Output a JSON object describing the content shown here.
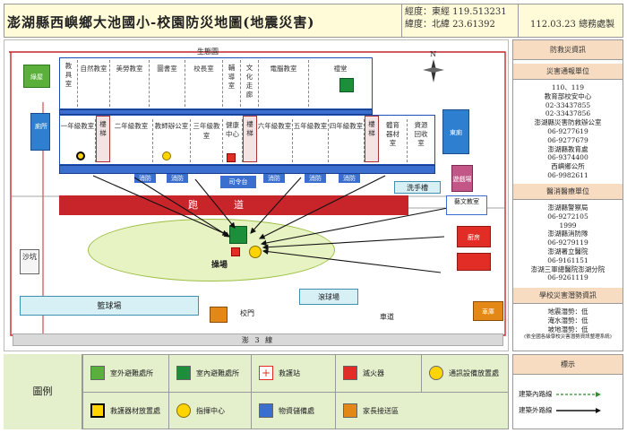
{
  "header": {
    "title": "澎湖縣西嶼鄉大池國小-校園防災地圖(地震災害)",
    "longitude": "經度：東經 119.513231",
    "latitude": "緯度：北緯 23.61392",
    "date_office": "112.03.23 總務處製"
  },
  "map": {
    "north": "N",
    "top_label": "生態園",
    "left_labels": [
      "綠屋",
      "廁所"
    ],
    "upper_rooms": [
      "教具室",
      "自然教室",
      "美勞教室",
      "圖書室",
      "校長室",
      "輔導室",
      "文化走廊",
      "電腦教室",
      "禮堂"
    ],
    "lower_rooms": [
      "一年級教室",
      "樓梯",
      "二年級教室",
      "教師辦公室",
      "三年級教室",
      "健康中心",
      "樓梯",
      "六年級教室",
      "五年級教室",
      "四年級教室",
      "樓梯",
      "體育器材室",
      "資源回收室"
    ],
    "command_desk": "司令台",
    "track": "跑道",
    "field": "操場",
    "sandpit": "沙坑",
    "basketball": "籃球場",
    "dodgeball": "滾球場",
    "school_gate": "校門",
    "lane": "車道",
    "handwash": "洗手槽",
    "tea_room": "藝文教室",
    "east_toilet": "東廁",
    "kitchen": "廚房",
    "shop": "遊戲場",
    "parking": "車庫",
    "bottom_road": "澎 3 線",
    "marks": [
      "消防",
      "消防",
      "消防",
      "消防",
      "消防"
    ]
  },
  "panel": {
    "section1": "防救災資訊",
    "section2": "災害通報單位",
    "report_list": [
      "110、119",
      "教育部校安中心",
      "02-33437855",
      "02-33437856",
      "澎湖縣災害防救辦公室",
      "06-9277619",
      "06-9277679",
      "澎湖縣教育處",
      "06-9374400",
      "西嶼鄉公所",
      "06-9982611"
    ],
    "section3": "醫消醫療單位",
    "medical_list": [
      "澎湖縣警察局",
      "06-9272105",
      "1999",
      "澎湖縣消防隊",
      "06-9279119",
      "澎湖署立醫院",
      "06-9161151",
      "澎湖三軍總醫院澎湖分院",
      "06-9261119"
    ],
    "section4": "學校災害潛勢資訊",
    "potential_list": [
      "地震潛勢：低",
      "淹水潛勢：低",
      "坡地潛勢：低"
    ],
    "potential_note": "(依全國各級學校災害潛勢資訊整理系統)"
  },
  "legend": {
    "title": "圖例",
    "items": [
      {
        "label": "室外避難處所",
        "icon": "outdoor-shelter-icon",
        "color": "#5bb03b"
      },
      {
        "label": "室內避難處所",
        "icon": "indoor-shelter-icon",
        "color": "#1d8f3b"
      },
      {
        "label": "救護站",
        "icon": "first-aid-icon",
        "color": "#e22d26"
      },
      {
        "label": "滅火器",
        "icon": "fire-extinguisher-icon",
        "color": "#e22d26"
      },
      {
        "label": "通訊設備放置處",
        "icon": "communication-icon",
        "color": "#ffd400"
      },
      {
        "label": "救護器材放置處",
        "icon": "rescue-equipment-icon",
        "color": "#ffd400"
      },
      {
        "label": "指揮中心",
        "icon": "command-center-icon",
        "color": "#ffd400"
      },
      {
        "label": "物資儲備處",
        "icon": "supply-storage-icon",
        "color": "#3a6fd0"
      },
      {
        "label": "家長接送區",
        "icon": "parent-pickup-icon",
        "color": "#e38716"
      }
    ],
    "notes_title": "標示",
    "notes": [
      {
        "label": "建築內路線",
        "icon": "dashed-arrow-icon"
      },
      {
        "label": "建築外路線",
        "icon": "solid-arrow-icon"
      }
    ]
  }
}
